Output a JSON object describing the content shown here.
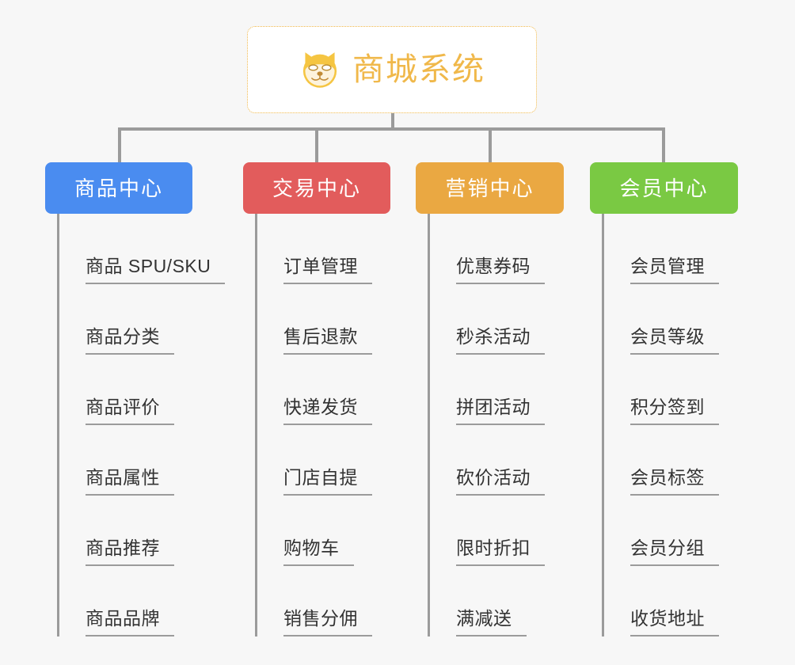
{
  "page": {
    "background_color": "#f7f7f7",
    "type": "mindmap"
  },
  "root": {
    "title": "商城系统",
    "icon": "shiba-dog-emoji",
    "text_color": "#f0b84a",
    "border_color": "#f0b849",
    "border_style": "dotted",
    "background_color": "#ffffff"
  },
  "connector": {
    "color": "#9b9b9b"
  },
  "branches": [
    {
      "label": "商品中心",
      "color": "#4a8cf0",
      "items": [
        "商品 SPU/SKU",
        "商品分类",
        "商品评价",
        "商品属性",
        "商品推荐",
        "商品品牌"
      ]
    },
    {
      "label": "交易中心",
      "color": "#e25c5c",
      "items": [
        "订单管理",
        "售后退款",
        "快递发货",
        "门店自提",
        "购物车",
        "销售分佣"
      ]
    },
    {
      "label": "营销中心",
      "color": "#eaa842",
      "items": [
        "优惠券码",
        "秒杀活动",
        "拼团活动",
        "砍价活动",
        "限时折扣",
        "满减送"
      ]
    },
    {
      "label": "会员中心",
      "color": "#7ac943",
      "items": [
        "会员管理",
        "会员等级",
        "积分签到",
        "会员标签",
        "会员分组",
        "收货地址"
      ]
    }
  ]
}
